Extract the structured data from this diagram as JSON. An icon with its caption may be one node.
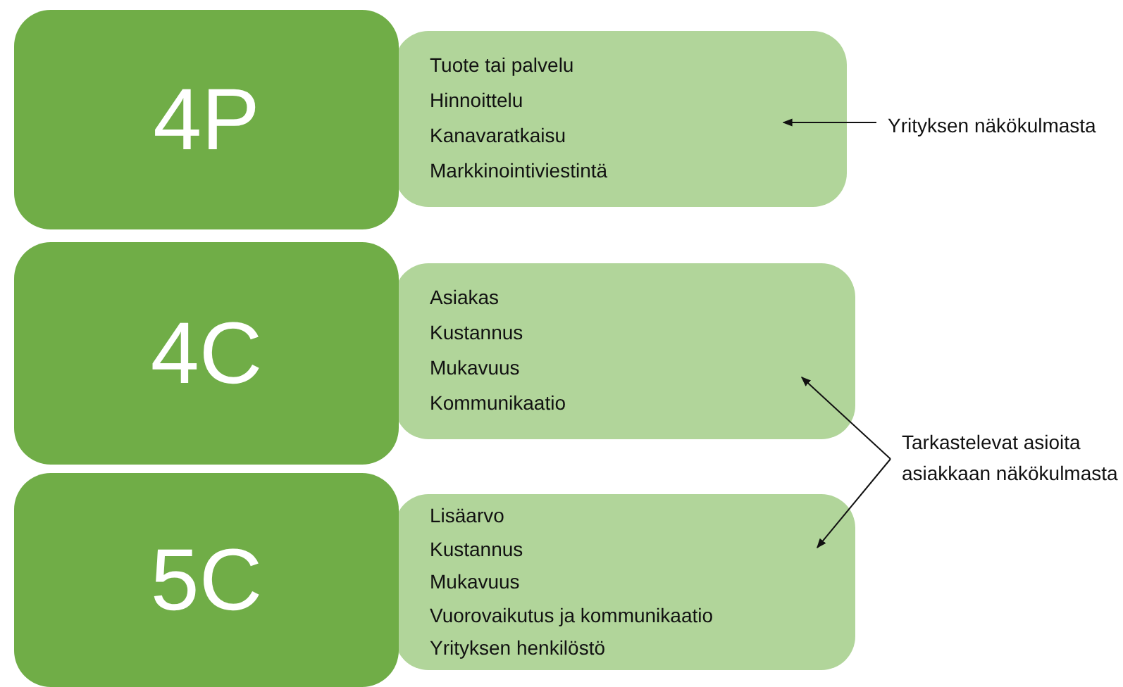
{
  "diagram": {
    "nodes": [
      {
        "text": [
          "4P"
        ]
      },
      {
        "text": [
          "Tuote tai palvelu",
          "Hinnoittelu",
          "Kanavaratkaisu",
          "Markkinointiviestintä"
        ]
      },
      {
        "text": [
          "4C"
        ]
      },
      {
        "text": [
          "Asiakas",
          "Kustannus",
          "Mukavuus",
          "Kommunikaatio"
        ]
      },
      {
        "text": [
          "5C"
        ]
      },
      {
        "text": [
          "Lisäarvo",
          "Kustannus",
          "Mukavuus",
          "Vuorovaikutus ja kommunikaatio",
          "Yrityksen henkilöstö"
        ]
      },
      {
        "text": [
          "Yrityksen näkökulmasta"
        ]
      },
      {
        "text": [
          "Tarkastelevat asioita asiakkaan näkökulmasta"
        ]
      }
    ],
    "edges": [
      {
        "from": 6,
        "to": 1,
        "arrow": "to"
      },
      {
        "from": 7,
        "to": 3,
        "arrow": "to"
      },
      {
        "from": 7,
        "to": 5,
        "arrow": "to"
      }
    ]
  }
}
